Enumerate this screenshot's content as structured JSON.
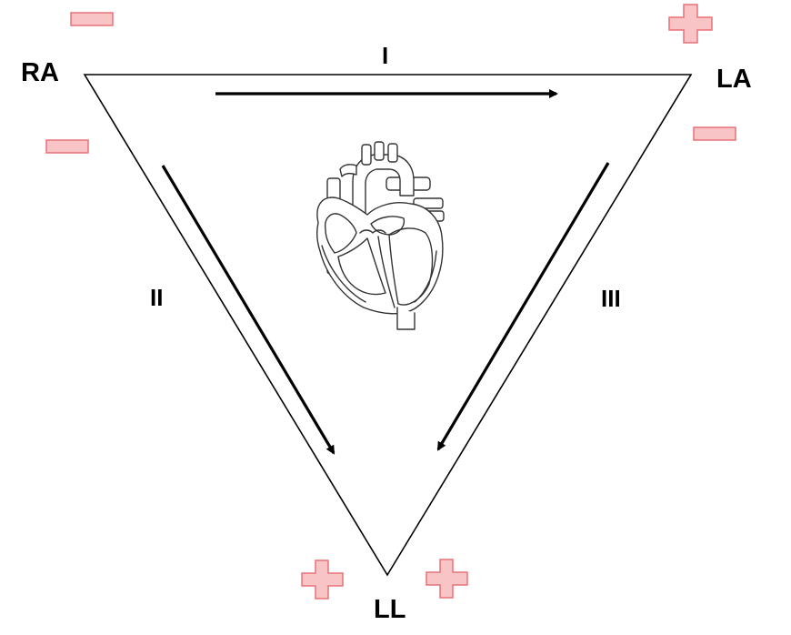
{
  "electrodes": {
    "right_arm": "RA",
    "left_arm": "LA",
    "left_leg": "LL"
  },
  "leads": {
    "lead_1": "I",
    "lead_2": "II",
    "lead_3": "III"
  },
  "colors": {
    "sign_fill": "#f8c4c6",
    "sign_stroke": "#e8727a",
    "line": "#000000"
  },
  "icons": {
    "heart": "heart-anatomy-icon",
    "positive": "plus-sign-icon",
    "negative": "minus-sign-icon"
  }
}
